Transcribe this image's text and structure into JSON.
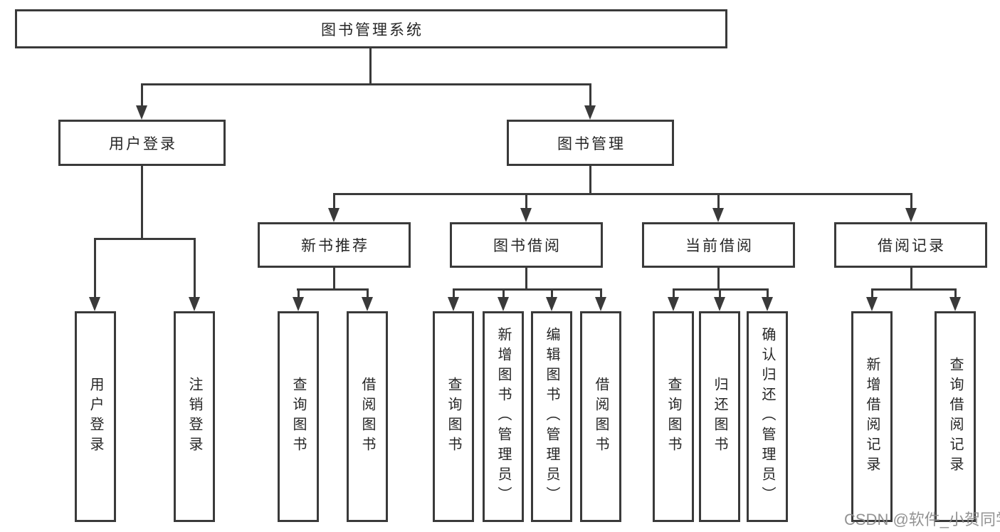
{
  "diagram": {
    "root": {
      "label": "图书管理系统"
    },
    "branches": [
      {
        "label": "用户登录",
        "children": [
          {
            "label": "用户登录"
          },
          {
            "label": "注销登录"
          }
        ]
      },
      {
        "label": "图书管理",
        "children": [
          {
            "label": "新书推荐",
            "children": [
              {
                "label": "查询图书"
              },
              {
                "label": "借阅图书"
              }
            ]
          },
          {
            "label": "图书借阅",
            "children": [
              {
                "label": "查询图书"
              },
              {
                "label": "新增图书（管理员）"
              },
              {
                "label": "编辑图书（管理员）"
              },
              {
                "label": "借阅图书"
              }
            ]
          },
          {
            "label": "当前借阅",
            "children": [
              {
                "label": "查询图书"
              },
              {
                "label": "归还图书"
              },
              {
                "label": "确认归还（管理员）"
              }
            ]
          },
          {
            "label": "借阅记录",
            "children": [
              {
                "label": "新增借阅记录"
              },
              {
                "label": "查询借阅记录"
              }
            ]
          }
        ]
      }
    ]
  },
  "watermark": {
    "text": "CSDN @软件_小贺同学"
  },
  "colors": {
    "line": "#3a3a3a",
    "text": "#262626",
    "background": "#ffffff",
    "watermark": "#8a8a8a"
  }
}
